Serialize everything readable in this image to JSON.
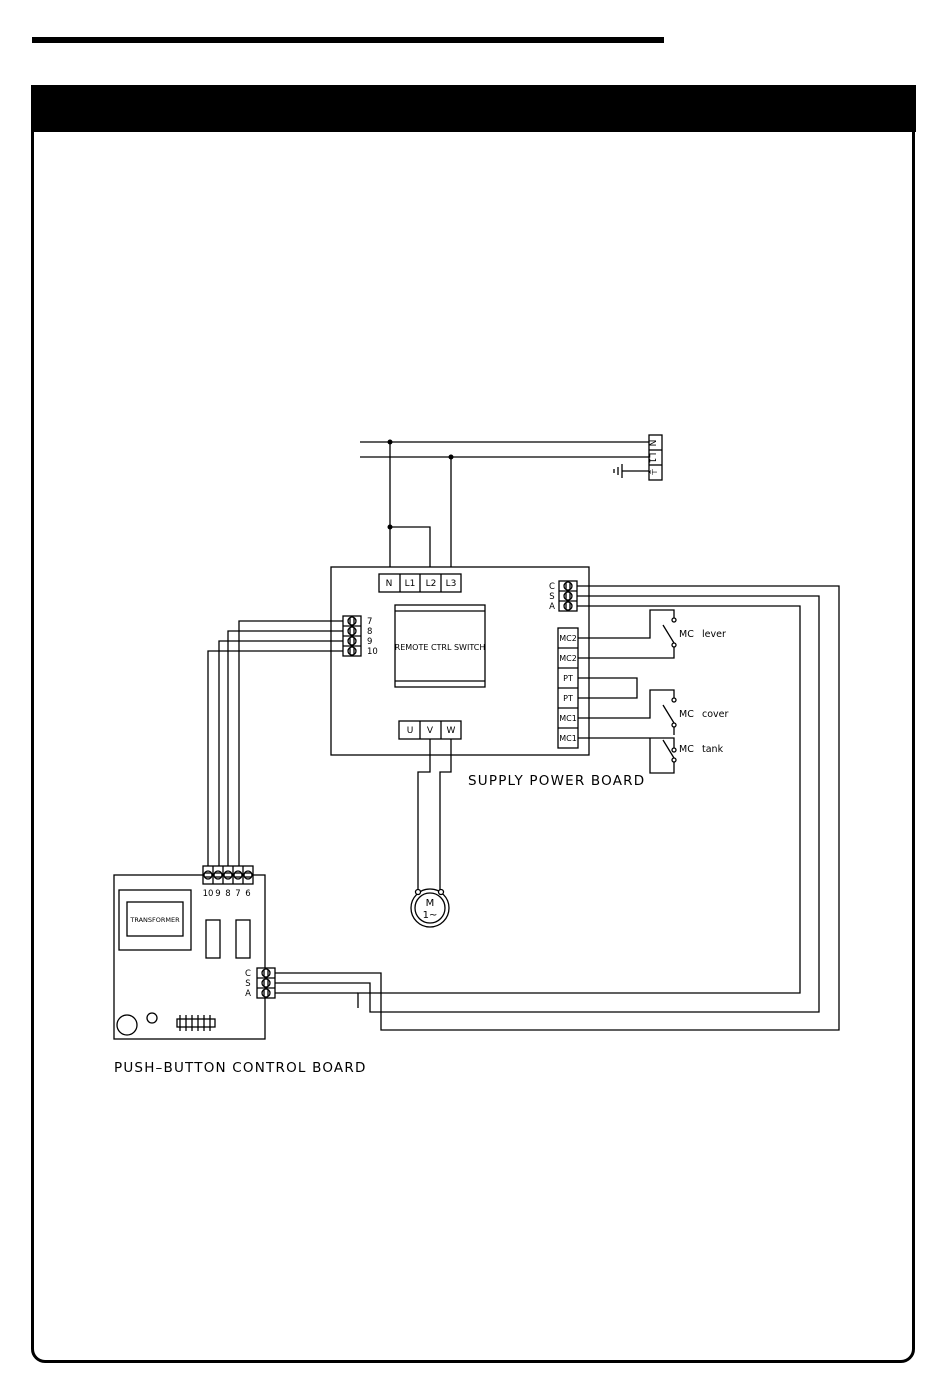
{
  "boards": {
    "supply": "SUPPLY POWER BOARD",
    "pushbutton": "PUSH–BUTTON CONTROL BOARD"
  },
  "components": {
    "remote_switch": "REMOTE CTRL SWITCH",
    "transformer": "TRANSFORMER",
    "motor_m": "M",
    "motor_phase": "1~"
  },
  "mains": {
    "n": "N",
    "l1": "L1",
    "earth": "⏚"
  },
  "supply_input": [
    "N",
    "L1",
    "L2",
    "L3"
  ],
  "supply_output": [
    "U",
    "V",
    "W"
  ],
  "csa": [
    "C",
    "S",
    "A"
  ],
  "left_terminals": [
    "7",
    "8",
    "9",
    "10"
  ],
  "right_terminals": [
    "MC2",
    "MC2",
    "PT",
    "PT",
    "MC1",
    "MC1"
  ],
  "switches": [
    {
      "mc": "MC",
      "label": "lever"
    },
    {
      "mc": "MC",
      "label": "cover"
    },
    {
      "mc": "MC",
      "label": "tank"
    }
  ],
  "pb_terminals": [
    "10",
    "9",
    "8",
    "7",
    "6"
  ]
}
